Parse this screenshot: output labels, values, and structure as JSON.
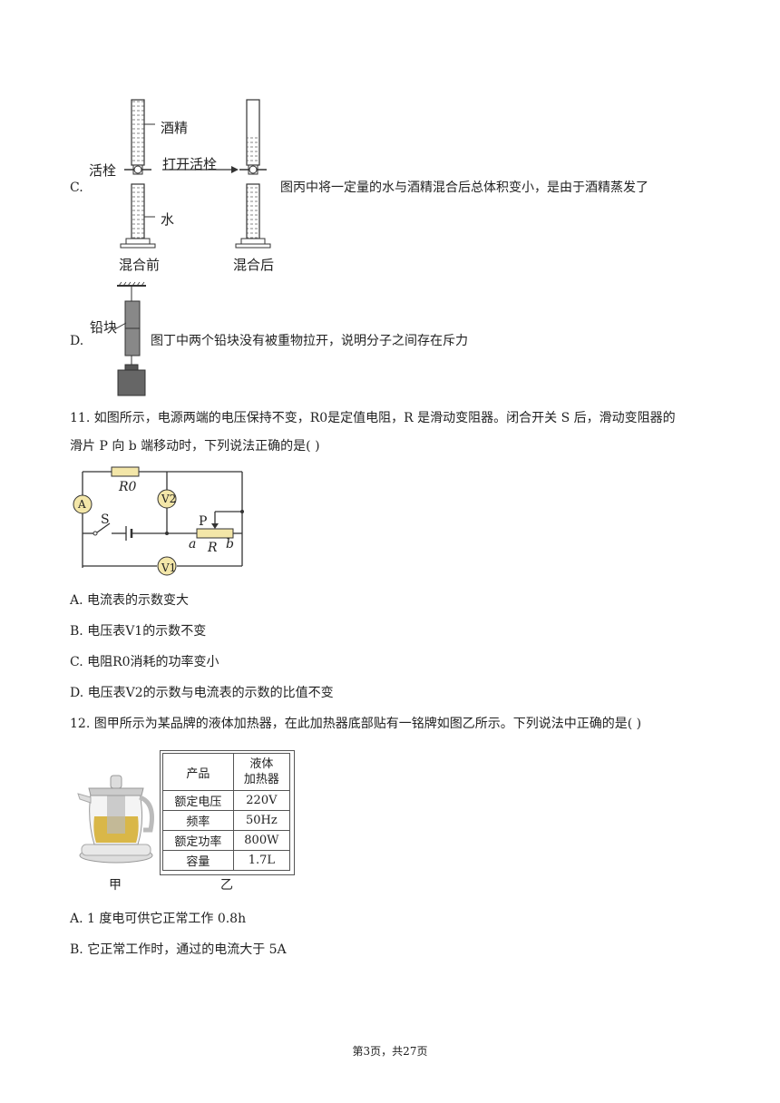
{
  "optionC": {
    "letter": "C.",
    "text": "图丙中将一定量的水与酒精混合后总体积变小，是由于酒精蒸发了",
    "fig": {
      "alcohol": "酒精",
      "valve": "活栓",
      "open": "打开活栓",
      "water": "水",
      "before": "混合前",
      "after": "混合后"
    }
  },
  "optionD": {
    "letter": "D.",
    "text": "图丁中两个铅块没有被重物拉开，说明分子之间存在斥力",
    "fig": {
      "lead": "铅块"
    }
  },
  "q11": {
    "stem_line1": "11. 如图所示，电源两端的电压保持不变，R0是定值电阻，R 是滑动变阻器。闭合开关 S 后，滑动变阻器的",
    "stem_line2": "滑片 P 向 b 端移动时，下列说法正确的是(    )",
    "circuit": {
      "r0": "R0",
      "v2": "V2",
      "a_meter": "A",
      "s": "S",
      "p": "P",
      "a": "a",
      "r": "R",
      "b": "b",
      "v1": "V1"
    },
    "options": [
      "A. 电流表的示数变大",
      "B. 电压表V1的示数不变",
      "C. 电阻R0消耗的功率变小",
      "D. 电压表V2的示数与电流表的示数的比值不变"
    ]
  },
  "q12": {
    "stem": "12. 图甲所示为某品牌的液体加热器，在此加热器底部贴有一铭牌如图乙所示。下列说法中正确的是(    )",
    "plate": [
      [
        "产品",
        "液体\n加热器"
      ],
      [
        "额定电压",
        "220V"
      ],
      [
        "频率",
        "50Hz"
      ],
      [
        "额定功率",
        "800W"
      ],
      [
        "容量",
        "1.7L"
      ]
    ],
    "label_jia": "甲",
    "label_yi": "乙",
    "options": [
      "A. 1 度电可供它正常工作 0.8h",
      "B. 它正常工作时，通过的电流大于 5A"
    ]
  },
  "footer": "第3页，共27页"
}
